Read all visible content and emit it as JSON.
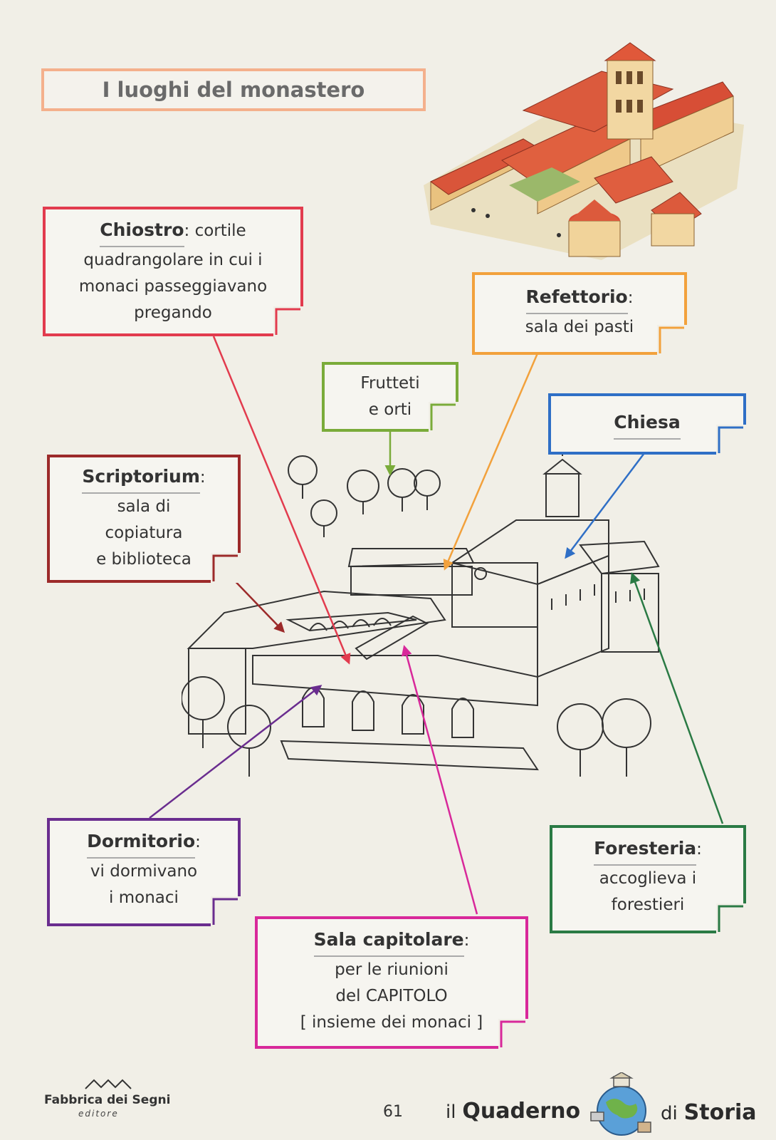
{
  "title": "I luoghi del monastero",
  "notes": {
    "chiostro": {
      "term": "Chiostro",
      "sep": ":",
      "rest": "cortile",
      "lines": [
        "quadrangolare in cui i",
        "monaci passeggiavano",
        "pregando"
      ],
      "color": "#e23b4e"
    },
    "refettorio": {
      "term": "Refettorio",
      "sep": ":",
      "lines": [
        "sala dei pasti"
      ],
      "color": "#f2a13c"
    },
    "frutteti": {
      "lines": [
        "Frutteti",
        "e orti"
      ],
      "color": "#7aab3a"
    },
    "chiesa": {
      "term": "Chiesa",
      "color": "#2f6fc6"
    },
    "scriptorium": {
      "term": "Scriptorium",
      "sep": ":",
      "lines": [
        "sala di",
        "copiatura",
        "e biblioteca"
      ],
      "color": "#9c2a2a"
    },
    "dormitorio": {
      "term": "Dormitorio",
      "sep": ":",
      "lines": [
        "vi dormivano",
        "i monaci"
      ],
      "color": "#6a2d8f"
    },
    "sala_capitolare": {
      "term": "Sala capitolare",
      "sep": ":",
      "lines": [
        "per le riunioni",
        "del CAPITOLO",
        "[ insieme dei monaci ]"
      ],
      "color": "#d8289a"
    },
    "foresteria": {
      "term": "Foresteria",
      "sep": ":",
      "lines": [
        "accoglieva i",
        "forestieri"
      ],
      "color": "#2a7a44"
    }
  },
  "footer": {
    "publisher": "Fabbrica dei Segni",
    "publisher_sub": "editore",
    "page_number": "61",
    "series_il": "il",
    "series_quaderno": "Quaderno",
    "series_di": "di",
    "series_storia": "Storia"
  }
}
